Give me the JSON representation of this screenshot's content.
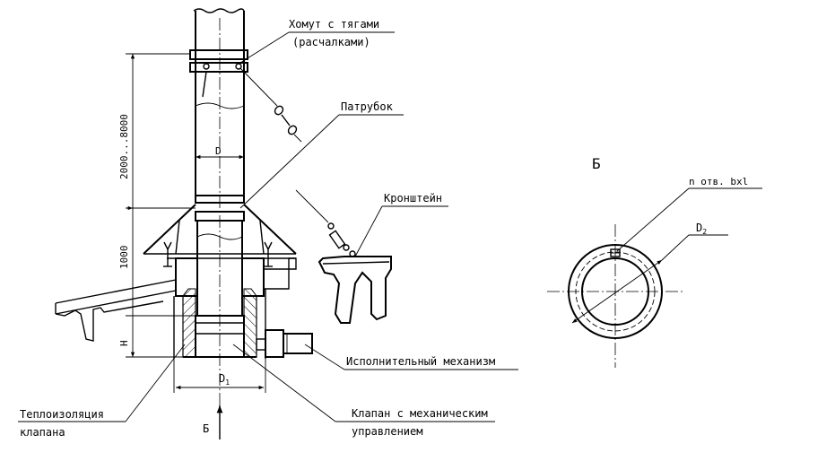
{
  "labels": {
    "clamp_line1": "Хомут с тягами",
    "clamp_line2": "(расчалками)",
    "pipe": "Патрубок",
    "bracket": "Кронштейн",
    "actuator": "Исполнительный механизм",
    "valve_line1": "Клапан с механическим",
    "valve_line2": "управлением",
    "insulation_line1": "Теплоизоляция",
    "insulation_line2": "клапана"
  },
  "dimensions": {
    "height_upper": "2000...8000",
    "height_lower": "1000",
    "valve_height": "H",
    "diameter": "D",
    "diameter_valve": "D",
    "diameter_valve_sub": "1"
  },
  "view": {
    "arrow_label": "Б",
    "section_title": "Б",
    "holes_label": "n отв. bxl",
    "flange_diameter": "D",
    "flange_diameter_sub": "2"
  }
}
